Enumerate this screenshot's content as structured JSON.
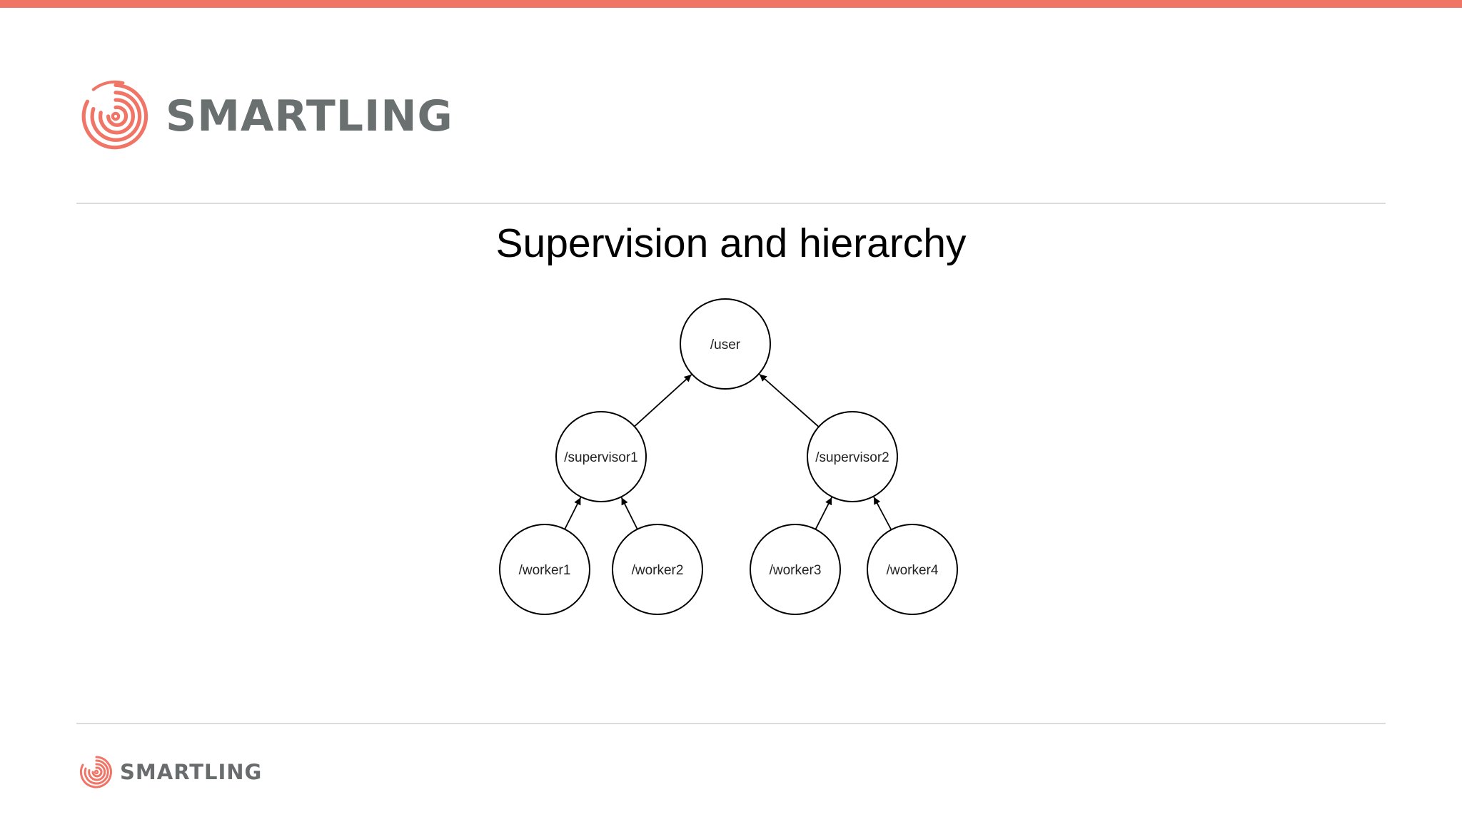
{
  "brand": {
    "name": "SMARTLING",
    "accent_color": "#f07566",
    "text_color": "#6a6f6f"
  },
  "slide": {
    "title": "Supervision and hierarchy"
  },
  "diagram": {
    "type": "tree",
    "edge_direction": "child-to-parent",
    "nodes": [
      {
        "id": "user",
        "label": "/user"
      },
      {
        "id": "supervisor1",
        "label": "/supervisor1"
      },
      {
        "id": "supervisor2",
        "label": "/supervisor2"
      },
      {
        "id": "worker1",
        "label": "/worker1"
      },
      {
        "id": "worker2",
        "label": "/worker2"
      },
      {
        "id": "worker3",
        "label": "/worker3"
      },
      {
        "id": "worker4",
        "label": "/worker4"
      }
    ],
    "edges": [
      {
        "from": "supervisor1",
        "to": "user"
      },
      {
        "from": "supervisor2",
        "to": "user"
      },
      {
        "from": "worker1",
        "to": "supervisor1"
      },
      {
        "from": "worker2",
        "to": "supervisor1"
      },
      {
        "from": "worker3",
        "to": "supervisor2"
      },
      {
        "from": "worker4",
        "to": "supervisor2"
      }
    ]
  }
}
